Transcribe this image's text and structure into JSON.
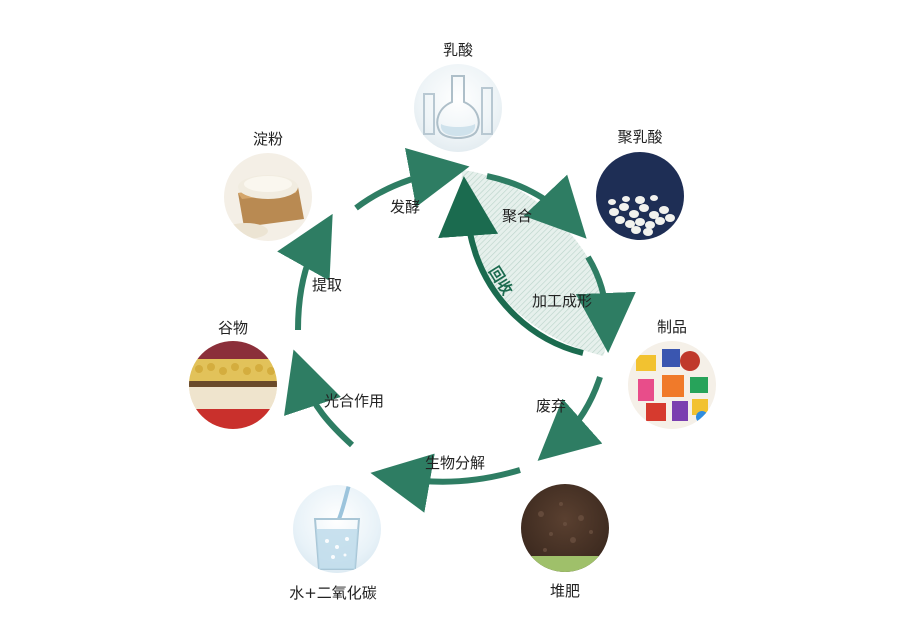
{
  "nodes": {
    "lactic_acid": "乳酸",
    "pla": "聚乳酸",
    "products": "制品",
    "compost": "堆肥",
    "water_co2": "水+二氧化碳",
    "grain": "谷物",
    "starch": "淀粉"
  },
  "steps": {
    "ferment": "发酵",
    "polymerize": "聚合",
    "processing": "加工成形",
    "discard": "废弃",
    "biodegrade": "生物分解",
    "photosynthesis": "光合作用",
    "extract": "提取",
    "recycle": "回收"
  },
  "colors": {
    "arrow": "#2e7d63",
    "arrow_dark": "#1b6b4f",
    "leaf_fill": "#cfe3dc"
  }
}
